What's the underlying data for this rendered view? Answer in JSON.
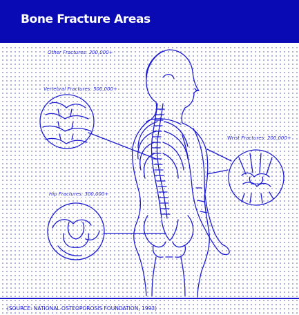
{
  "header": {
    "title": "Bone Fracture Areas"
  },
  "callouts": {
    "other": "Other Fractures: 300,000+",
    "vertebral": "Vertebral Fractures: 500,000+",
    "wrist": "Wrist Fractures: 200,000+",
    "hip": "Hip Fractures: 300,000+"
  },
  "source": "(SOURCE: NATIONAL OSTEOPOROSIS FOUNDATION, 1993)",
  "colors": {
    "banner": "#0a0ab4",
    "ink": "#1a1ad0",
    "background": "#ffffff"
  }
}
